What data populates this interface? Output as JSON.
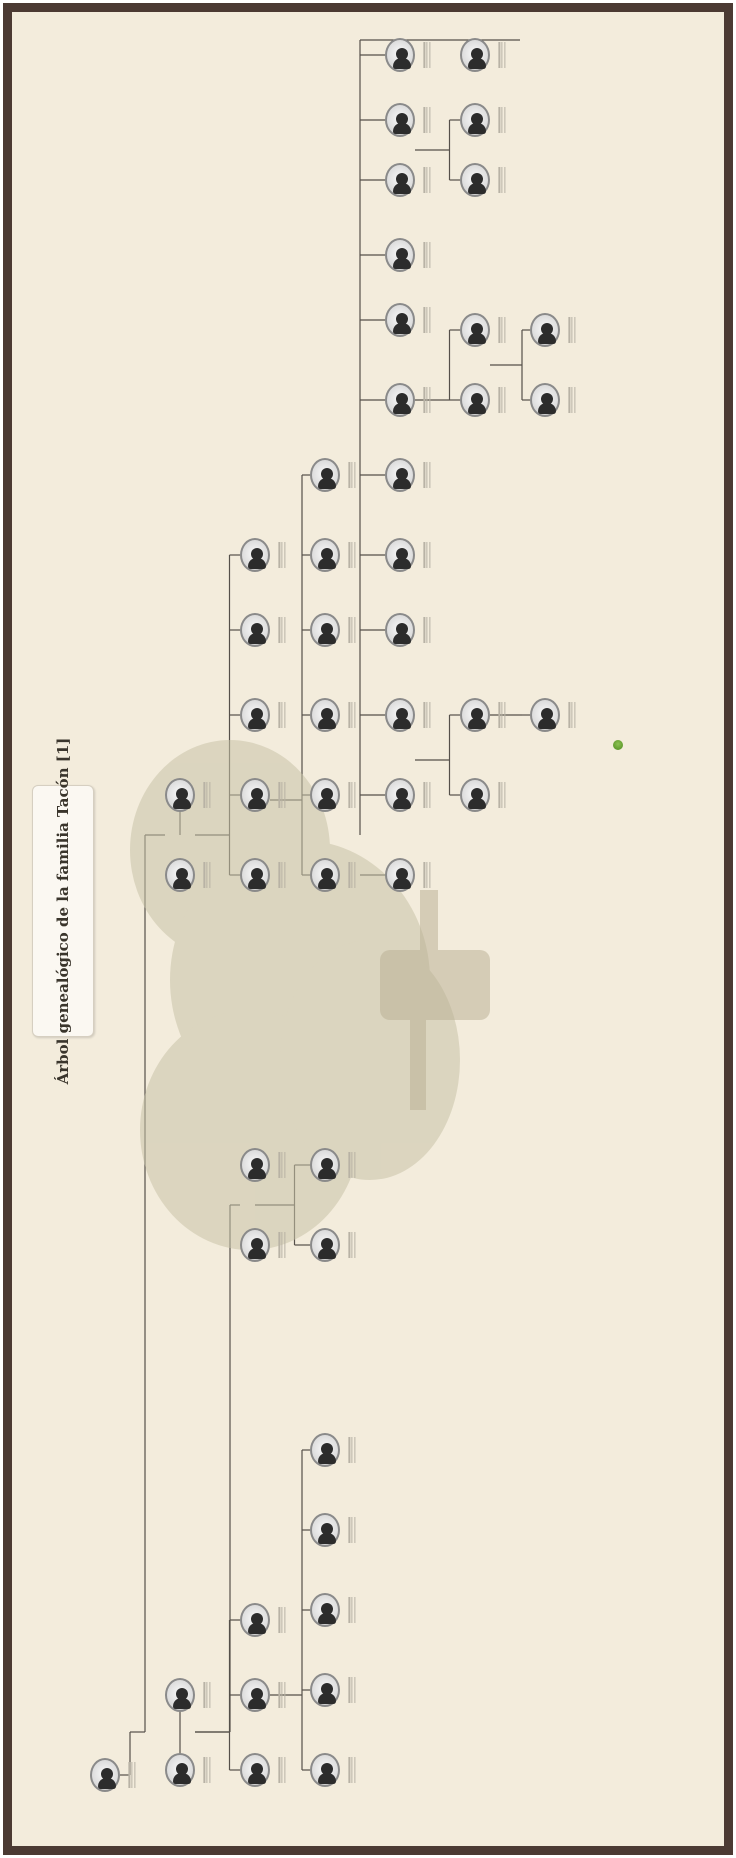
{
  "title": "Árbol genealógico de la familia Tacón [1]",
  "nodes": {
    "g1": [
      {
        "id": "n1",
        "name": ""
      }
    ],
    "g2": [
      {
        "id": "n2",
        "name": ""
      },
      {
        "id": "n3",
        "name": ""
      },
      {
        "id": "n4",
        "name": ""
      },
      {
        "id": "n5",
        "name": ""
      }
    ],
    "g3": [
      {
        "id": "n6",
        "name": ""
      },
      {
        "id": "n7",
        "name": ""
      },
      {
        "id": "n8",
        "name": ""
      },
      {
        "id": "n9",
        "name": ""
      },
      {
        "id": "n10",
        "name": ""
      },
      {
        "id": "n11",
        "name": ""
      },
      {
        "id": "n12",
        "name": ""
      },
      {
        "id": "n13",
        "name": ""
      },
      {
        "id": "n14",
        "name": ""
      },
      {
        "id": "n15",
        "name": ""
      }
    ],
    "g4": [
      {
        "id": "n16",
        "name": ""
      },
      {
        "id": "n17",
        "name": ""
      },
      {
        "id": "n18",
        "name": ""
      },
      {
        "id": "n19",
        "name": ""
      },
      {
        "id": "n20",
        "name": ""
      },
      {
        "id": "n21",
        "name": ""
      },
      {
        "id": "n22",
        "name": ""
      },
      {
        "id": "n23",
        "name": ""
      },
      {
        "id": "n24",
        "name": ""
      },
      {
        "id": "n25",
        "name": ""
      },
      {
        "id": "n26",
        "name": ""
      },
      {
        "id": "n27",
        "name": ""
      },
      {
        "id": "n28",
        "name": ""
      }
    ],
    "g5": [
      {
        "id": "n29",
        "name": ""
      },
      {
        "id": "n30",
        "name": ""
      },
      {
        "id": "n31",
        "name": ""
      },
      {
        "id": "n32",
        "name": ""
      },
      {
        "id": "n33",
        "name": ""
      },
      {
        "id": "n34",
        "name": ""
      },
      {
        "id": "n35",
        "name": ""
      },
      {
        "id": "n36",
        "name": ""
      },
      {
        "id": "n37",
        "name": ""
      },
      {
        "id": "n38",
        "name": ""
      },
      {
        "id": "n39",
        "name": ""
      },
      {
        "id": "n40",
        "name": ""
      },
      {
        "id": "n41",
        "name": ""
      },
      {
        "id": "n42",
        "name": ""
      }
    ],
    "g6": [
      {
        "id": "n43",
        "name": ""
      },
      {
        "id": "n44",
        "name": ""
      },
      {
        "id": "n45",
        "name": ""
      },
      {
        "id": "n46",
        "name": ""
      },
      {
        "id": "n47",
        "name": ""
      },
      {
        "id": "n48",
        "name": ""
      },
      {
        "id": "n49",
        "name": ""
      }
    ],
    "g7": [
      {
        "id": "n50",
        "name": ""
      },
      {
        "id": "n51",
        "name": ""
      },
      {
        "id": "n52",
        "name": ""
      }
    ]
  },
  "credit": {
    "logo_icon": "tree-logo-icon",
    "text": ""
  },
  "colors": {
    "background": "#f3ecdc",
    "border": "#4b3a33",
    "line": "#55504a"
  }
}
